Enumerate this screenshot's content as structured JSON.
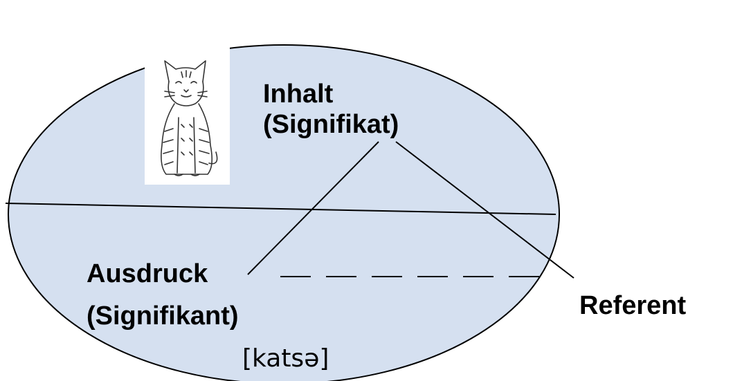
{
  "diagram": {
    "content_label_line1": "Inhalt",
    "content_label_line2": "(Signifikat)",
    "expression_label_line1": "Ausdruck",
    "expression_label_line2": "(Signifikant)",
    "phonetic_transcription": "[katsə]",
    "referent_label": "Referent",
    "image_icon": "kitten-drawing-icon"
  },
  "colors": {
    "ellipse_fill": "#d5e0f0",
    "stroke": "#000000",
    "image_background": "#ffffff"
  }
}
